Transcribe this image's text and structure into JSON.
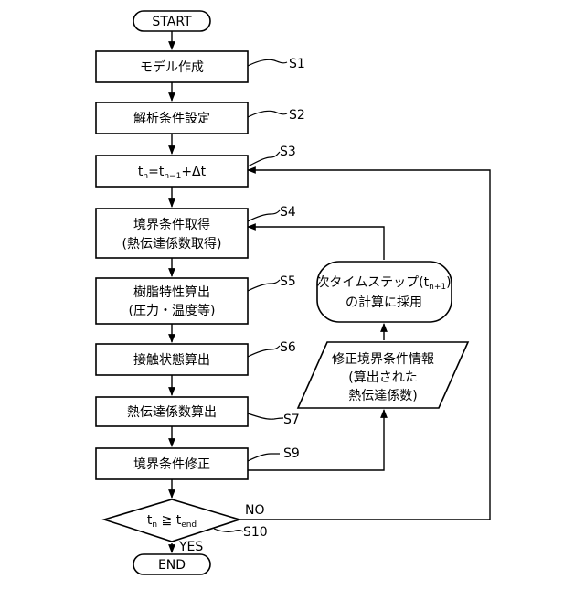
{
  "nodes": {
    "start": {
      "text": "START"
    },
    "s1_box": {
      "text": "モデル作成"
    },
    "s2_box": {
      "text": "解析条件設定"
    },
    "s3_box": {
      "t": "t",
      "n": "n",
      "eq": "=t",
      "nm1": "n−1",
      "rest": "+Δt"
    },
    "s4_box": {
      "line1": "境界条件取得",
      "line2": "(熱伝達係数取得)"
    },
    "s5_box": {
      "line1": "樹脂特性算出",
      "line2": "(圧力・温度等)"
    },
    "s6_box": {
      "text": "接触状態算出"
    },
    "s7_box": {
      "text": "熱伝達係数算出"
    },
    "s9_box": {
      "text": "境界条件修正"
    },
    "decision": {
      "t": "t",
      "n": "n",
      "op": " ≧ ",
      "t2": "t",
      "end": "end"
    },
    "end": {
      "text": "END"
    },
    "next_step": {
      "line1a": "次タイムステップ(t",
      "line1sub": "n+1",
      "line1b": ")",
      "line2": "の計算に採用"
    },
    "info": {
      "line1": "修正境界条件情報",
      "line2": "(算出された",
      "line3": "熱伝達係数)"
    }
  },
  "step_labels": {
    "s1": "S1",
    "s2": "S2",
    "s3": "S3",
    "s4": "S4",
    "s5": "S5",
    "s6": "S6",
    "s7": "S7",
    "s9": "S9",
    "s10": "S10"
  },
  "branch_labels": {
    "no": "NO",
    "yes": "YES"
  }
}
